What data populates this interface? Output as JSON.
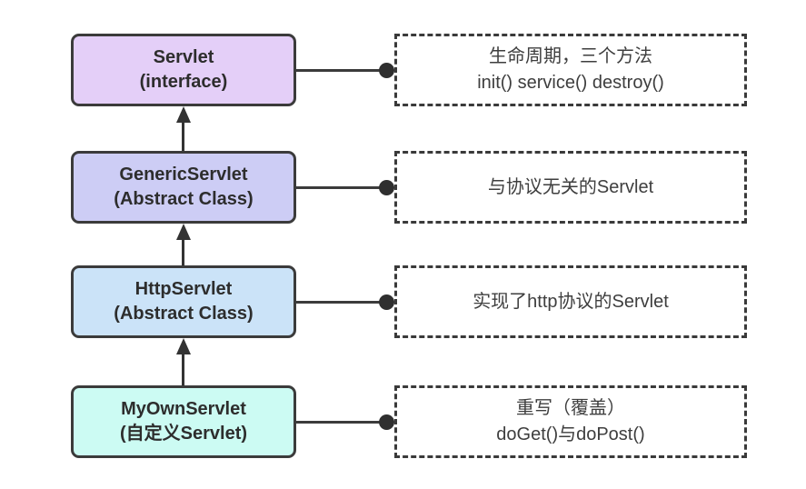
{
  "diagram": {
    "description_colors": {
      "background": "#ffffff",
      "box_border": "#3b3b3b",
      "note_border": "#3a3a3a",
      "connector": "#3b3b3b",
      "box_text": "#2d2d2d",
      "note_text": "#3e3e3e"
    },
    "rows": [
      {
        "box": {
          "line1": "Servlet",
          "line2": "(interface)",
          "fill": "#e4cff8"
        },
        "note": {
          "lines": [
            "生命周期，三个方法",
            "init() service() destroy()"
          ]
        }
      },
      {
        "box": {
          "line1": "GenericServlet",
          "line2": "(Abstract Class)",
          "fill": "#cdcdf5"
        },
        "note": {
          "lines": [
            "与协议无关的Servlet"
          ]
        }
      },
      {
        "box": {
          "line1": "HttpServlet",
          "line2": "(Abstract Class)",
          "fill": "#cbe3f8"
        },
        "note": {
          "lines": [
            "实现了http协议的Servlet"
          ]
        }
      },
      {
        "box": {
          "line1": "MyOwnServlet",
          "line2": "(自定义Servlet)",
          "fill": "#ccfbf3"
        },
        "note": {
          "lines": [
            "重写（覆盖）",
            "doGet()与doPost()"
          ]
        }
      }
    ]
  }
}
